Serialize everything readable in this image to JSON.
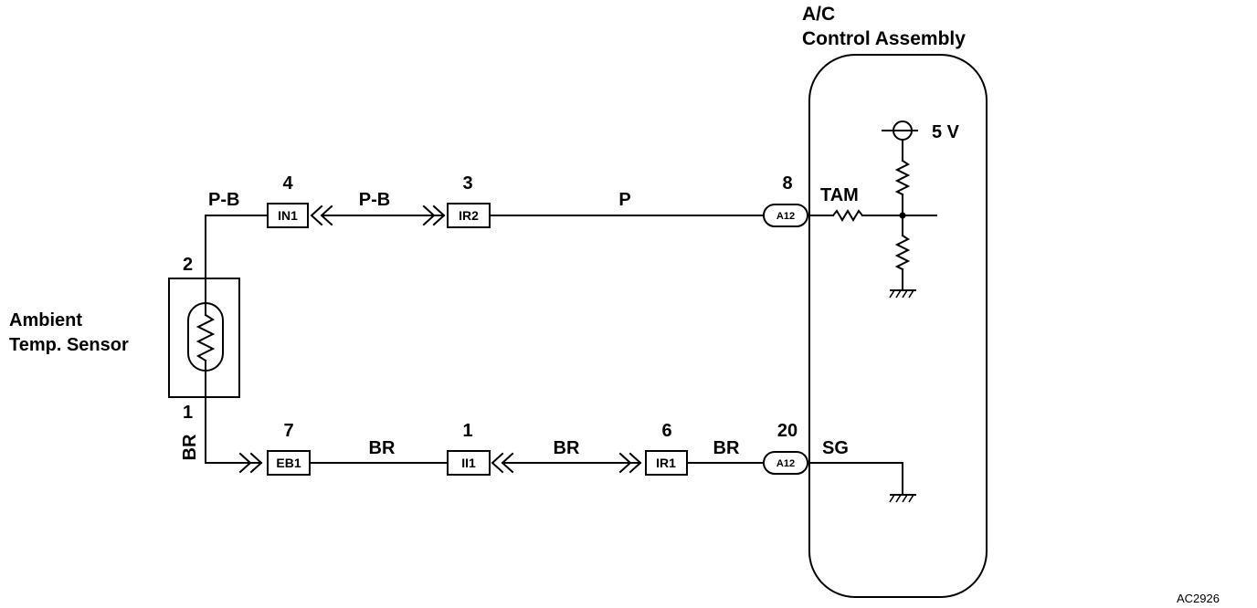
{
  "assembly": {
    "title_line1": "A/C",
    "title_line2": "Control Assembly",
    "supply_label": "5 V",
    "terminal_tam": "TAM",
    "terminal_sg": "SG"
  },
  "sensor": {
    "name_line1": "Ambient",
    "name_line2": "Temp. Sensor",
    "pin_top": "2",
    "pin_bottom": "1",
    "wire_bottom": "BR"
  },
  "top_circuit": {
    "wire_sensor_in1": "P-B",
    "in1": {
      "name": "IN1",
      "pin": "4"
    },
    "wire_in1_ir2": "P-B",
    "ir2": {
      "name": "IR2",
      "pin": "3"
    },
    "wire_ir2_a12": "P",
    "a12": {
      "name": "A12",
      "pin": "8"
    }
  },
  "bottom_circuit": {
    "eb1": {
      "name": "EB1",
      "pin": "7"
    },
    "wire_eb1_ii1": "BR",
    "ii1": {
      "name": "II1",
      "pin": "1"
    },
    "wire_ii1_ir1": "BR",
    "ir1": {
      "name": "IR1",
      "pin": "6"
    },
    "wire_ir1_a12": "BR",
    "a12": {
      "name": "A12",
      "pin": "20"
    }
  },
  "figure_id": "AC2926"
}
